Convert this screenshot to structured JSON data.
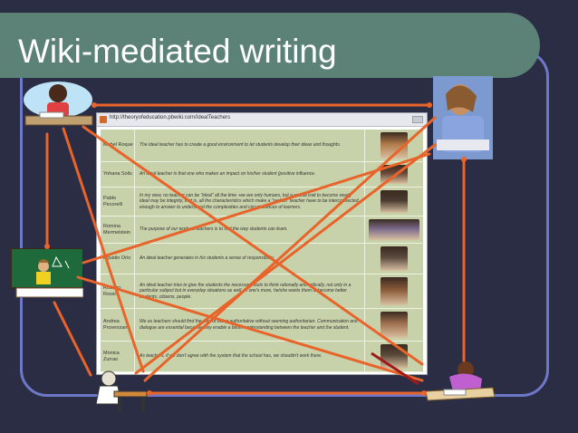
{
  "slide": {
    "title": "Wiki-mediated writing"
  },
  "browser": {
    "url": "http://theoryofeducation.pbwiki.com/IdealTeachers"
  },
  "table": {
    "rows": [
      {
        "name": "Mabel Roque",
        "quote": "The ideal teacher has to create a good environment to let students develop their ideas and thoughts.",
        "photo_color": "#b07a4a"
      },
      {
        "name": "Yohana Solis",
        "quote": "An ideal teacher is that one who makes an impact on his/her student (positive influence.",
        "photo_color": "#6a4a3a"
      },
      {
        "name": "Pablo Pecorelli",
        "quote": "In my view, no teacher can be \"ideal\" all the time -we are only humans, but a crucial trait to become nearly ideal may be integrity, that is, all the characteristics which make a \"perfect\" teacher have to be interconnected enough to answer to understand the complexities and circumstances of learners.",
        "photo_color": "#4a3a30"
      },
      {
        "name": "Romina Mermelstein",
        "quote": "The purpose of our work as teachers is to find the way students can learn.",
        "photo_color": "#7a6a8a"
      },
      {
        "name": "Agustin Orio",
        "quote": "An ideal teacher generates in his students a sense of responsibility.",
        "photo_color": "#5a4a40"
      },
      {
        "name": "Rodrigo Rossi",
        "quote": "An ideal teacher tries to give the students the necessary tools to think rationally and critically, not only in a particular subject but in everyday situations as well. In one's more, he/she wants them to become better students, citizens, people.",
        "photo_color": "#8a5a3a"
      },
      {
        "name": "Andrea Provenzano",
        "quote": "We as teachers should find the way of being authoritative without seeming authoritarian. Communication and dialogue are essential because they enable a better understanding between the teacher and the student.",
        "photo_color": "#a07050"
      },
      {
        "name": "Monica Zurrao",
        "quote": "As teachers, if we don't agree with the system that the school has, we shouldn't work there.",
        "photo_color": "#5a4a3a"
      }
    ]
  },
  "colors": {
    "background": "#2b2d45",
    "title_bar": "#5c8277",
    "frame": "#6e78c8",
    "arrows": "#e8642a",
    "table_bg": "#c7d2aa"
  },
  "icons": {
    "writer_top_left": "student-writing-clipart",
    "thinker_top_right": "student-thinking-clipart",
    "teacher_left": "teacher-at-blackboard-clipart",
    "writer_bottom_left": "student-at-desk-clipart",
    "writer_bottom_right": "student-studying-clipart"
  }
}
